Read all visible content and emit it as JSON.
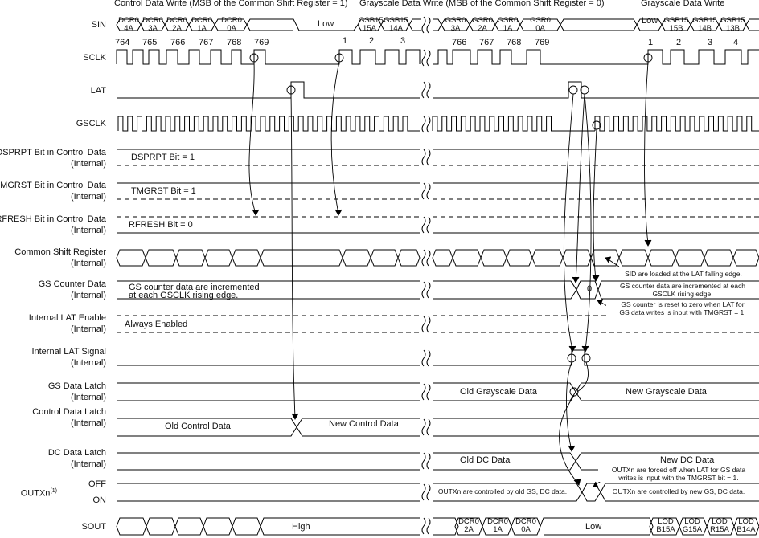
{
  "header": {
    "left": "Control Data Write (MSB of the Common Shift Register = 1)",
    "mid": "Grayscale Data Write (MSB of the Common Shift Register = 0)",
    "right": "Grayscale Data Write"
  },
  "signals": {
    "sin": "SIN",
    "sclk": "SCLK",
    "lat": "LAT",
    "gsclk": "GSCLK",
    "dsprpt_1": "DSPRPT Bit in Control Data",
    "dsprpt_2": "(Internal)",
    "tmgrst_1": "TMGRST Bit in Control Data",
    "tmgrst_2": "(Internal)",
    "rfresh_1": "RFRESH Bit in Control Data",
    "rfresh_2": "(Internal)",
    "csr_1": "Common Shift Register",
    "csr_2": "(Internal)",
    "gsc_1": "GS Counter Data",
    "gsc_2": "(Internal)",
    "ile_1": "Internal LAT Enable",
    "ile_2": "(Internal)",
    "ils_1": "Internal LAT Signal",
    "ils_2": "(Internal)",
    "gsl_1": "GS Data Latch",
    "gsl_2": "(Internal)",
    "cdl_1": "Control Data Latch",
    "cdl_2": "(Internal)",
    "dcl_1": "DC Data Latch",
    "dcl_2": "(Internal)",
    "outx": "OUTXn",
    "outx_sup": "(1)",
    "off": "OFF",
    "on": "ON",
    "sout": "SOUT"
  },
  "sin_cells": {
    "c1a": "DCR0",
    "c1b": "4A",
    "c2a": "DCR0",
    "c2b": "3A",
    "c3a": "DCR0",
    "c3b": "2A",
    "c4a": "DCR0",
    "c4b": "1A",
    "c5a": "DCR0",
    "c5b": "0A",
    "low": "Low",
    "g1a": "GSB15",
    "g1b": "15A",
    "g2a": "GSB15",
    "g2b": "14A",
    "r1a": "GSR0",
    "r1b": "3A",
    "r2a": "GSR0",
    "r2b": "2A",
    "r3a": "GSR0",
    "r3b": "1A",
    "r4a": "GSR0",
    "r4b": "0A",
    "low2": "Low",
    "b1a": "GSB15",
    "b1b": "15B",
    "b2a": "GSB15",
    "b2b": "14B",
    "b3a": "GSB15",
    "b3b": "13B"
  },
  "sclk_counts": {
    "n764": "764",
    "n765": "765",
    "n766": "766",
    "n767": "767",
    "n768": "768",
    "n769": "769",
    "n1": "1",
    "n2": "2",
    "n3": "3",
    "m766": "766",
    "m767": "767",
    "m768": "768",
    "m769": "769",
    "p1": "1",
    "p2": "2",
    "p3": "3",
    "p4": "4"
  },
  "annotations": {
    "dsprpt": "DSPRPT Bit = 1",
    "tmgrst": "TMGRST Bit = 1",
    "rfresh": "RFRESH Bit = 0",
    "gs_inc_1": "GS counter data are incremented",
    "gs_inc_2": "at each GSCLK rising edge.",
    "always": "Always Enabled",
    "sid_loaded": "SID are loaded at the LAT falling edge.",
    "gs_inc_r1": "GS counter data are incremented at each",
    "gs_inc_r2": "GSCLK rising edge.",
    "zero": "0",
    "reset_1": "GS counter is reset to zero when LAT for",
    "reset_2": "GS data writes is input with TMGRST = 1.",
    "old_gs": "Old Grayscale Data",
    "new_gs": "New Grayscale Data",
    "old_ctrl": "Old Control Data",
    "new_ctrl": "New Control Data",
    "old_dc": "Old DC Data",
    "new_dc": "New DC Data",
    "forced_1": "OUTXn are forced off when LAT for GS data",
    "forced_2": "writes is input with the TMGRST bit = 1.",
    "out_old": "OUTXn are controlled by old GS, DC data.",
    "out_new": "OUTXn are controlled by new GS, DC data.",
    "high": "High",
    "low_sout": "Low"
  },
  "sout_cells": {
    "s1a": "DCR0",
    "s1b": "2A",
    "s2a": "DCR0",
    "s2b": "1A",
    "s3a": "DCR0",
    "s3b": "0A",
    "l1a": "LOD",
    "l1b": "B15A",
    "l2a": "LOD",
    "l2b": "G15A",
    "l3a": "LOD",
    "l3b": "R15A",
    "l4a": "LOD",
    "l4b": "B14A"
  }
}
